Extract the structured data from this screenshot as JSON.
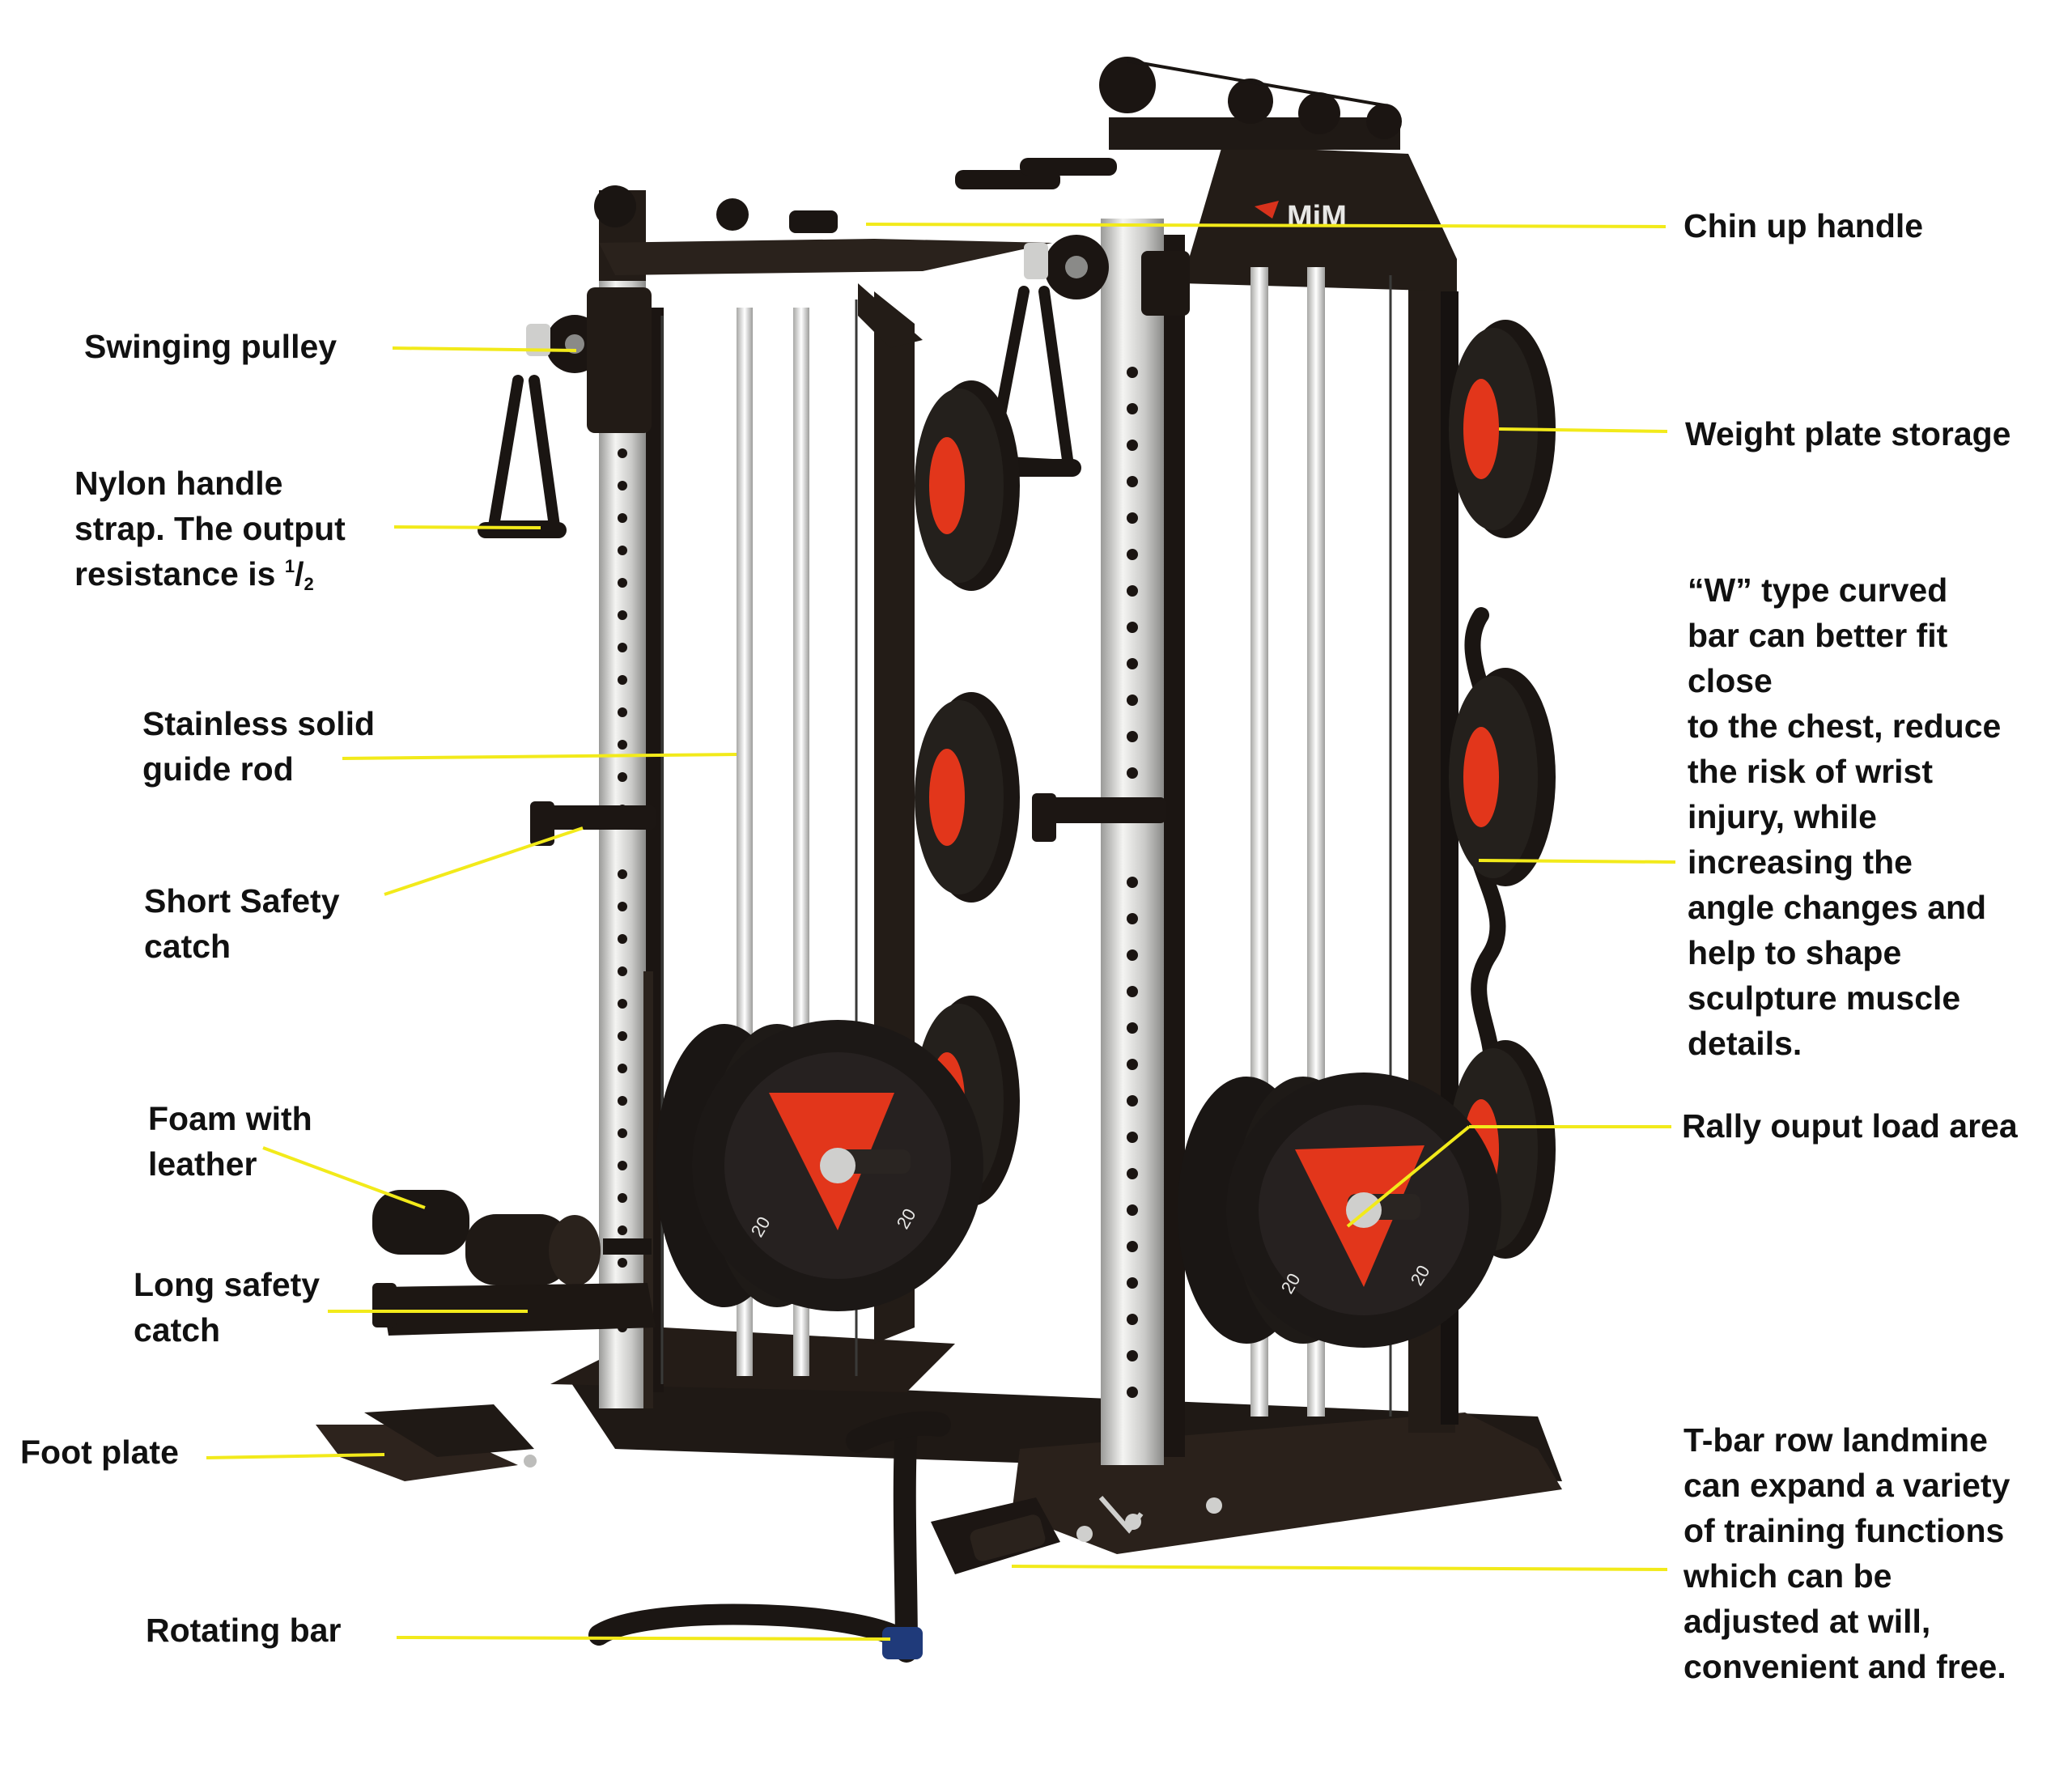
{
  "colors": {
    "leader": "#f2ea1a",
    "frame": "#221b17",
    "steel": "#d4d4d2",
    "plate": "#161413",
    "plate_accent": "#e2361b",
    "text": "#111111"
  },
  "brand": {
    "logo_text": "MiM",
    "plate_marking": "20"
  },
  "labels": {
    "chin_up_handle": {
      "lines": [
        "Chin up handle"
      ]
    },
    "swinging_pulley": {
      "lines": [
        "Swinging pulley"
      ]
    },
    "weight_plate_storage": {
      "lines": [
        "Weight plate storage"
      ]
    },
    "nylon_handle_strap": {
      "lines": [
        "Nylon handle",
        "strap. The output",
        "resistance is"
      ],
      "fraction_numerator": "1",
      "fraction_denominator": "2"
    },
    "w_type_bar": {
      "lines": [
        "“W” type curved",
        "bar can better fit",
        "close",
        "to the chest, reduce",
        "the risk of wrist",
        "injury, while",
        "increasing the",
        "angle changes and",
        "help to shape",
        "sculpture muscle",
        "details."
      ]
    },
    "guide_rod": {
      "lines": [
        "Stainless solid",
        "guide rod"
      ]
    },
    "short_safety_catch": {
      "lines": [
        "Short Safety",
        "catch"
      ]
    },
    "rally_output_load_area": {
      "lines": [
        "Rally ouput load area"
      ]
    },
    "foam_with_leather": {
      "lines": [
        "Foam with",
        "leather"
      ]
    },
    "long_safety_catch": {
      "lines": [
        "Long safety",
        "catch"
      ]
    },
    "foot_plate": {
      "lines": [
        "Foot plate"
      ]
    },
    "t_bar_row_landmine": {
      "lines": [
        "T-bar row landmine",
        "can expand a variety",
        "of training functions",
        "which can be",
        "adjusted at will,",
        "convenient and free."
      ]
    },
    "rotating_bar": {
      "lines": [
        "Rotating bar"
      ]
    }
  }
}
